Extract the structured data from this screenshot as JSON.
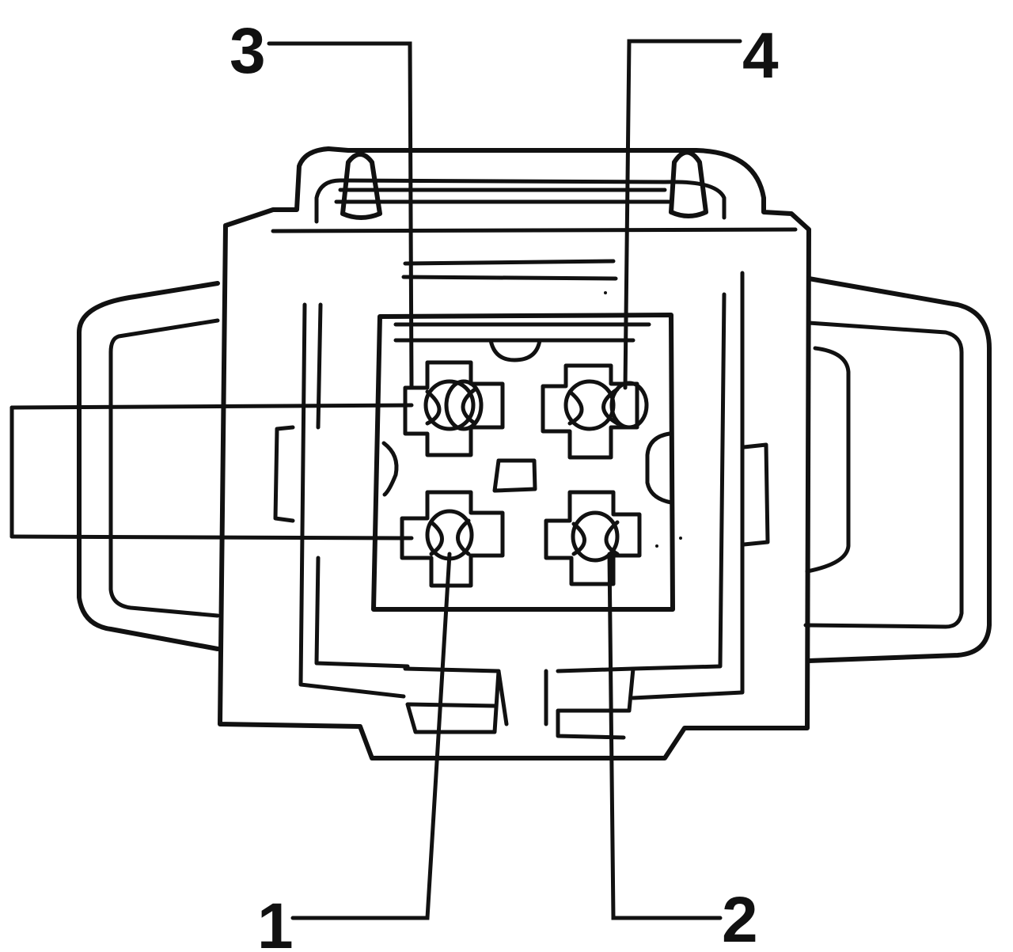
{
  "diagram": {
    "pins": [
      {
        "id": "pin-1",
        "label": "1"
      },
      {
        "id": "pin-2",
        "label": "2"
      },
      {
        "id": "pin-3",
        "label": "3"
      },
      {
        "id": "pin-4",
        "label": "4"
      }
    ],
    "colors": {
      "ink": "#111111",
      "background": "#ffffff"
    }
  }
}
